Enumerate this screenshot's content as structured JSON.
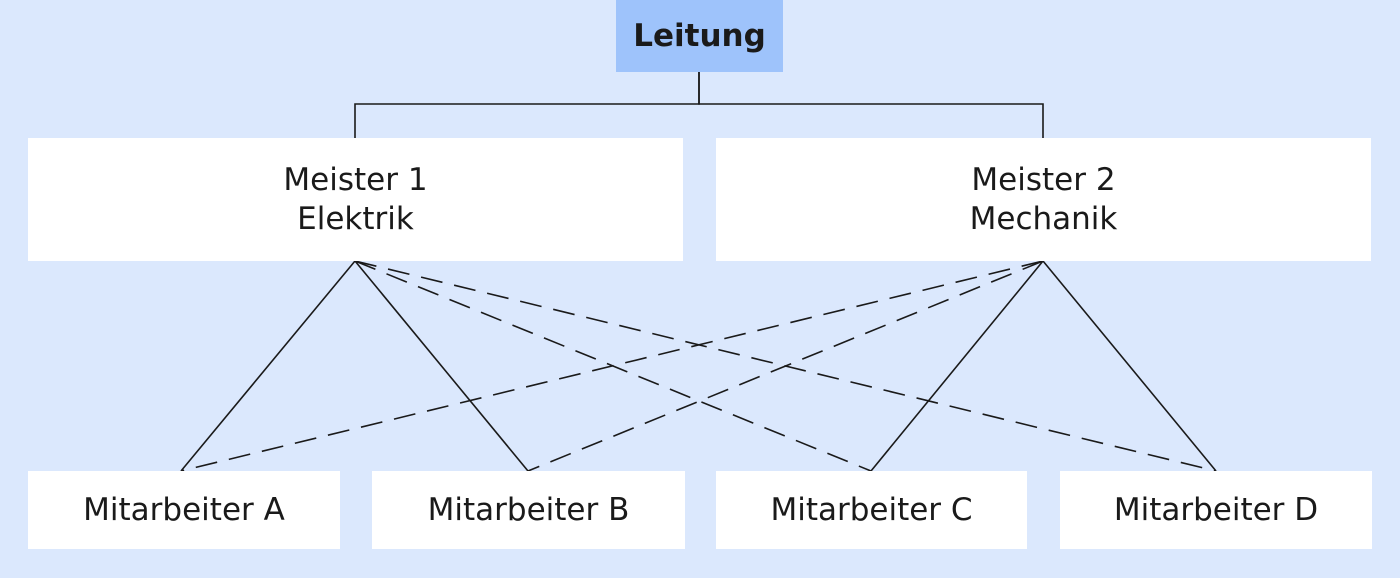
{
  "nodes": {
    "leitung": {
      "label": "Leitung"
    },
    "meister1": {
      "title": "Meister 1",
      "dept": "Elektrik"
    },
    "meister2": {
      "title": "Meister 2",
      "dept": "Mechanik"
    },
    "mitarbeiter_a": {
      "label": "Mitarbeiter A"
    },
    "mitarbeiter_b": {
      "label": "Mitarbeiter B"
    },
    "mitarbeiter_c": {
      "label": "Mitarbeiter C"
    },
    "mitarbeiter_d": {
      "label": "Mitarbeiter D"
    }
  },
  "edges": [
    {
      "from": "leitung",
      "to": "meister1",
      "style": "solid"
    },
    {
      "from": "leitung",
      "to": "meister2",
      "style": "solid"
    },
    {
      "from": "meister1",
      "to": "mitarbeiter_a",
      "style": "solid"
    },
    {
      "from": "meister1",
      "to": "mitarbeiter_b",
      "style": "solid"
    },
    {
      "from": "meister1",
      "to": "mitarbeiter_c",
      "style": "dashed"
    },
    {
      "from": "meister1",
      "to": "mitarbeiter_d",
      "style": "dashed"
    },
    {
      "from": "meister2",
      "to": "mitarbeiter_a",
      "style": "dashed"
    },
    {
      "from": "meister2",
      "to": "mitarbeiter_b",
      "style": "dashed"
    },
    {
      "from": "meister2",
      "to": "mitarbeiter_c",
      "style": "solid"
    },
    {
      "from": "meister2",
      "to": "mitarbeiter_d",
      "style": "solid"
    }
  ],
  "colors": {
    "background": "#dbe8fd",
    "leitung_fill": "#9ec3fb",
    "box_fill": "#ffffff",
    "line": "#1a1a1a"
  }
}
